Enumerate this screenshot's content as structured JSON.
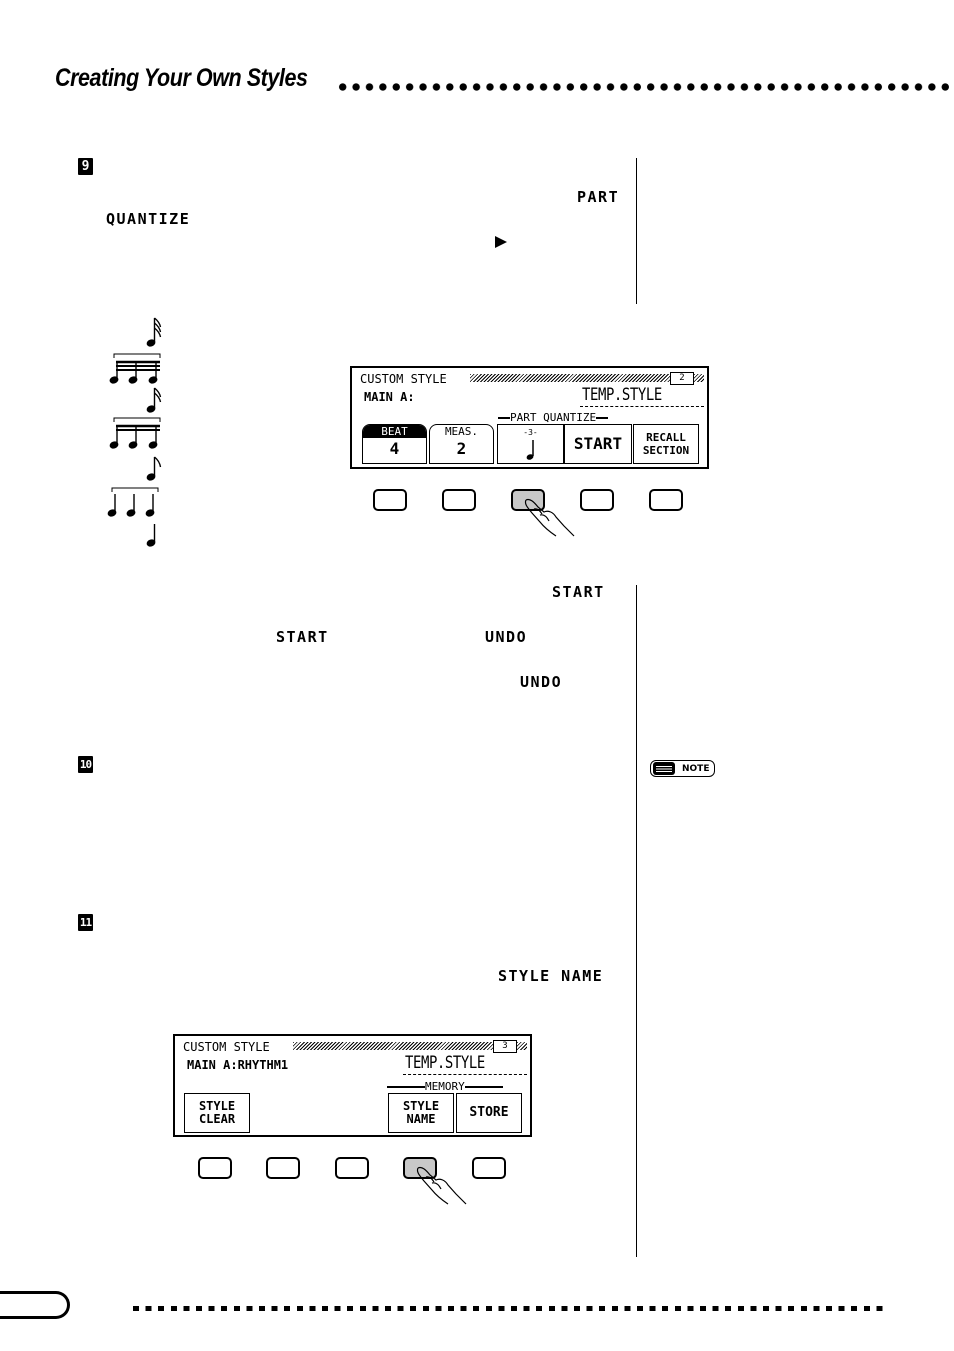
{
  "header": {
    "title": "Creating Your Own Styles"
  },
  "steps": [
    {
      "number": "9"
    },
    {
      "number": "10"
    },
    {
      "number": "11"
    }
  ],
  "step9": {
    "label_part": "PART",
    "label_quantize": "QUANTIZE"
  },
  "after_display1": {
    "label_start_right": "START",
    "label_start": "START",
    "label_undo": "UNDO",
    "label_undo2": "UNDO"
  },
  "step11": {
    "label_style_name": "STYLE NAME"
  },
  "display1": {
    "title": "CUSTOM STYLE",
    "page_indicator": "2",
    "section": "MAIN A:",
    "style_name": "TEMP.STYLE",
    "group_label": "PART QUANTIZE",
    "beat": {
      "label": "BEAT",
      "value": "4"
    },
    "meas": {
      "label": "MEAS.",
      "value": "2"
    },
    "quantize_triplet_mark": "-3-",
    "start": "START",
    "recall": {
      "line1": "RECALL",
      "line2": "SECTION"
    }
  },
  "display2": {
    "title": "CUSTOM STYLE",
    "page_indicator": "3",
    "section": "MAIN A:RHYTHM1",
    "style_name": "TEMP.STYLE",
    "group_label": "MEMORY",
    "style_clear": {
      "line1": "STYLE",
      "line2": "CLEAR"
    },
    "style_name_key": {
      "line1": "STYLE",
      "line2": "NAME"
    },
    "store": "STORE"
  },
  "note": {
    "label": "NOTE"
  },
  "icons": {
    "pressing_hand": "hand-press-icon",
    "note_book": "note-book-icon",
    "play_arrow": "play-arrow-icon",
    "music_notes": "note-value-icons"
  }
}
